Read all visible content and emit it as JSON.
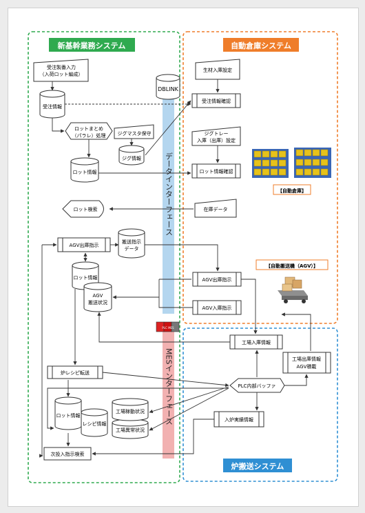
{
  "systems": {
    "shinkansen": "新基幹業務システム",
    "warehouse": "自動倉庫システム",
    "furnace": "炉搬送システム"
  },
  "interfaces": {
    "data": "データインターフェース",
    "mes": "MESインターフェース",
    "dblink": "DBLINK",
    "plc_label": "PLC MES"
  },
  "nodes": {
    "order_input_1": "受注製番入力",
    "order_input_2": "（入荷ロット編成）",
    "order_info": "受注情報",
    "lot_merge_1": "ロットまとめ",
    "lot_merge_2": "（パラレ）処理",
    "jig_master": "ジグマスタ保守",
    "jig_info": "ジグ情報",
    "lot_info": "ロット情報",
    "lot_search": "ロット検索",
    "agv_out_cmd": "AGV出庫指示",
    "transport_data_1": "搬送指示",
    "transport_data_2": "データ",
    "lot_info_2": "ロット情報",
    "agv_status_1": "AGV",
    "agv_status_2": "搬送状況",
    "furnace_recipe": "炉レシピ転送",
    "lot_info_3": "ロット情報",
    "recipe_info": "レシピ情報",
    "plant_status": "工場稼動状況",
    "plant_abnormal": "工場異常状況",
    "next_input_search": "次投入指示検索",
    "material_setting": "生材入庫設定",
    "order_confirm": "受注情報確認",
    "jig_tray_1": "ジグトレー",
    "jig_tray_2": "入庫（出庫）設定",
    "lot_confirm": "ロット情報確認",
    "stock_data": "在庫データ",
    "auto_warehouse_label": "【自動倉庫】",
    "agv_label": "【自動搬送機（AGV）】",
    "wh_agv_out": "AGV出庫指示",
    "wh_agv_in": "AGV入庫指示",
    "factory_in": "工場入庫情報",
    "factory_out_1": "工場出庫情報",
    "factory_out_2": "AGV積載",
    "plc_buffer": "PLC内部バッファ",
    "furnace_result": "入炉実績情報"
  },
  "colors": {
    "green": "#2faa4f",
    "orange": "#ef7d2a",
    "blue": "#2f8fd3",
    "data_if": "#b4d6ef",
    "mes_if": "#f2b1b1",
    "shelf": "#3a66b5",
    "box": "#e6c21b"
  }
}
